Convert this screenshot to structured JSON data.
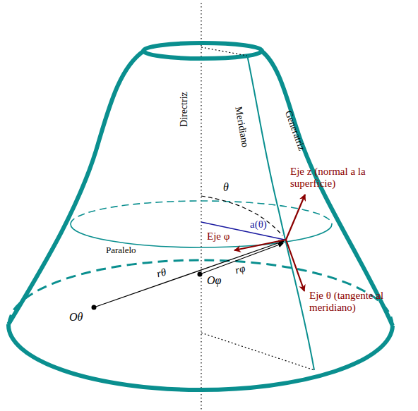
{
  "diagram": {
    "labels": [
      "Directriz",
      "Meridiano",
      "Generatriz",
      "θ",
      "a(θ)",
      "Eje z (normal a la superficie)",
      "Eje φ",
      "Paralelo",
      "rθ",
      "rφ",
      "Oφ",
      "Oθ",
      "Eje θ (tangente al meridiano)"
    ]
  }
}
